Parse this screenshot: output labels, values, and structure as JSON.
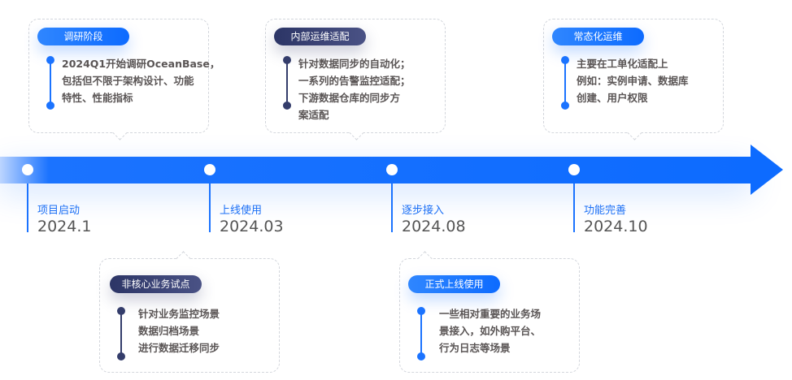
{
  "colors": {
    "blue": "#0d6bff",
    "navy": "#343d6b",
    "text": "#5a5555"
  },
  "milestones": [
    {
      "label": "项目启动",
      "date": "2024.1"
    },
    {
      "label": "上线使用",
      "date": "2024.03"
    },
    {
      "label": "逐步接入",
      "date": "2024.08"
    },
    {
      "label": "功能完善",
      "date": "2024.10"
    }
  ],
  "cards": [
    {
      "title": "调研阶段",
      "lines": [
        "2024Q1开始调研OceanBase，",
        "包括但不限于架构设计、功能",
        "特性、性能指标"
      ]
    },
    {
      "title": "内部运维适配",
      "lines": [
        "针对数据同步的自动化；",
        "一系列的告警监控适配；",
        "下游数据仓库的同步方",
        "案适配"
      ]
    },
    {
      "title": "常态化运维",
      "lines": [
        "主要在工单化适配上",
        "例如：实例申请、数据库",
        "创建、用户权限"
      ]
    },
    {
      "title": "非核心业务试点",
      "lines": [
        "针对业务监控场景",
        "数据归档场景",
        "进行数据迁移同步"
      ]
    },
    {
      "title": "正式上线使用",
      "lines": [
        "一些相对重要的业务场",
        "景接入，如外购平台、",
        "行为日志等场景"
      ]
    }
  ]
}
